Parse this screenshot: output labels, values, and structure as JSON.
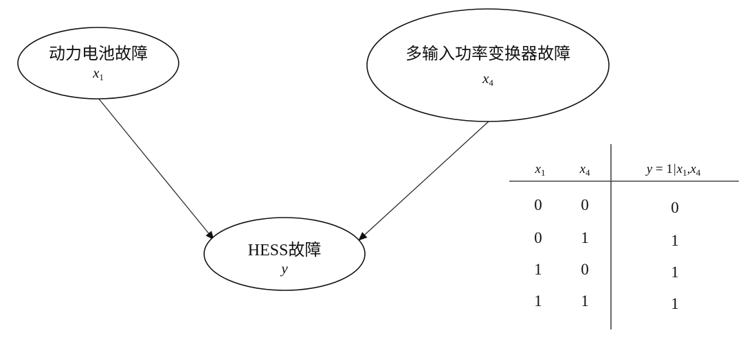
{
  "nodes": {
    "battery": {
      "label": "动力电池故障",
      "var": "x",
      "sub": "1"
    },
    "converter": {
      "label": "多输入功率变换器故障",
      "var": "x",
      "sub": "4"
    },
    "hess": {
      "label_en": "HESS",
      "label_cn": "故障",
      "var": "y"
    }
  },
  "edges": [
    {
      "from": "battery",
      "to": "hess"
    },
    {
      "from": "converter",
      "to": "hess"
    }
  ],
  "cpt": {
    "headers": {
      "x1": {
        "var": "x",
        "sub": "1"
      },
      "x4": {
        "var": "x",
        "sub": "4"
      },
      "result": {
        "var": "y",
        "eq": " = 1",
        "bar": "|",
        "a": "x",
        "a_sub": "1",
        "sep": ",",
        "b": "x",
        "b_sub": "4"
      }
    },
    "rows": [
      [
        "0",
        "0",
        "0"
      ],
      [
        "0",
        "1",
        "1"
      ],
      [
        "1",
        "0",
        "1"
      ],
      [
        "1",
        "1",
        "1"
      ]
    ]
  }
}
